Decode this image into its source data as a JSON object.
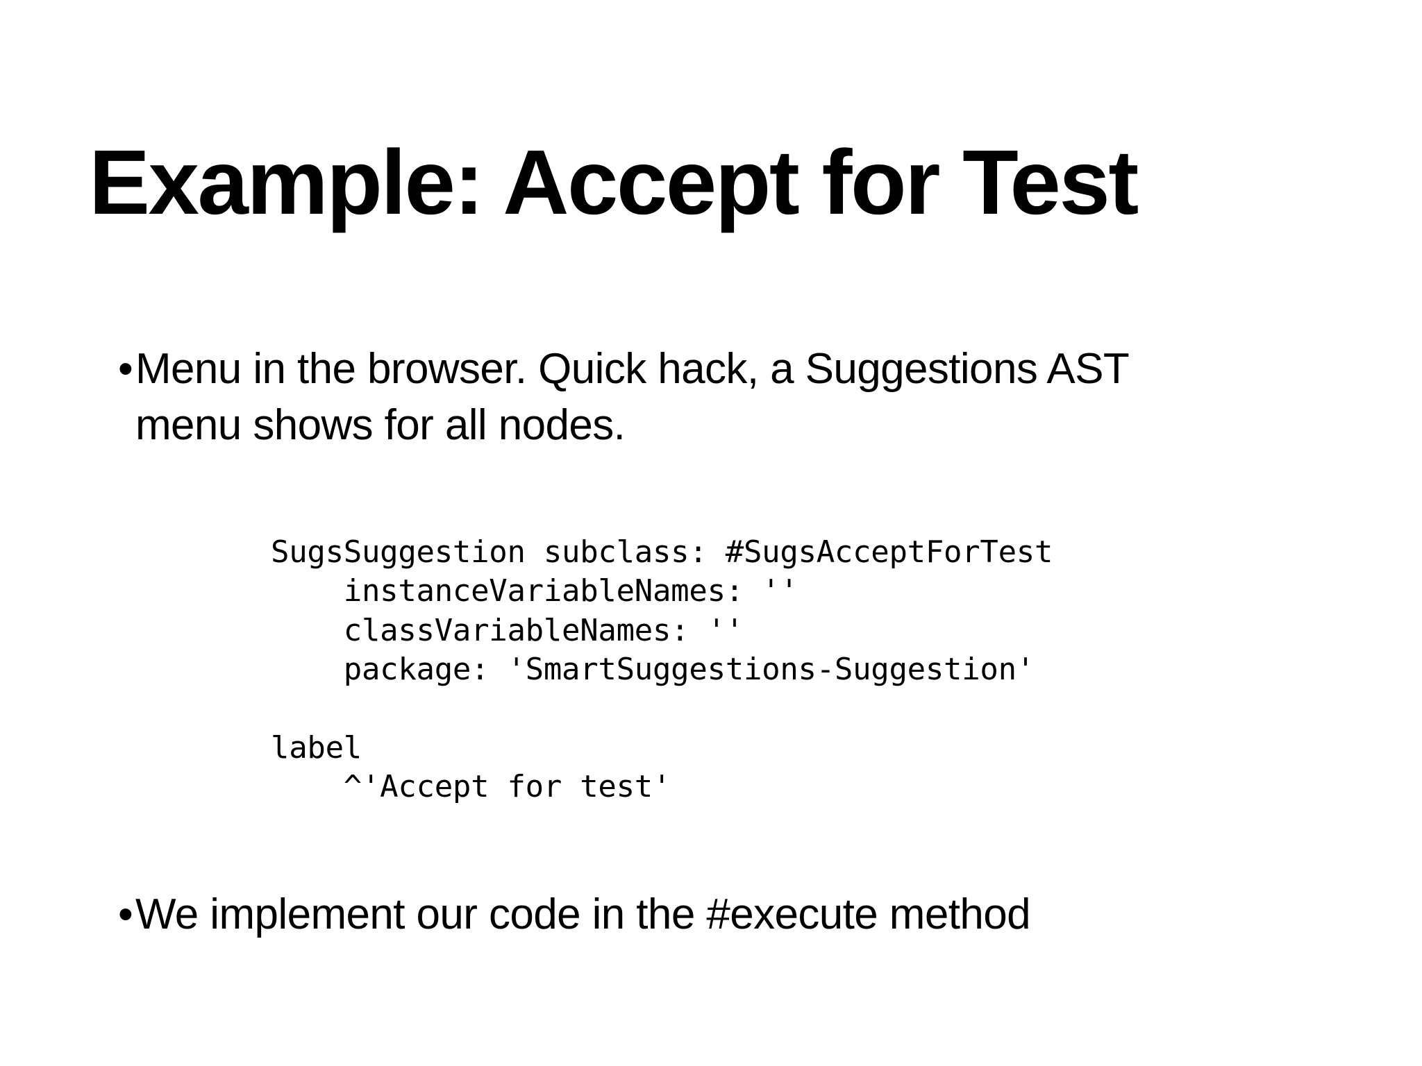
{
  "slide": {
    "background_color": "#ffffff",
    "text_color": "#000000",
    "title": "Example: Accept for Test",
    "bullets": [
      {
        "marker": "•",
        "text": "Menu in the browser. Quick hack, a Suggestions AST\nmenu shows for all nodes."
      },
      {
        "marker": "•",
        "text": "We implement our code in the #execute method"
      }
    ],
    "code": {
      "language": "smalltalk",
      "lines": [
        "SugsSuggestion subclass: #SugsAcceptForTest",
        "    instanceVariableNames: ''",
        "    classVariableNames: ''",
        "    package: 'SmartSuggestions-Suggestion'",
        "",
        "label",
        "    ^'Accept for test'"
      ],
      "text": "SugsSuggestion subclass: #SugsAcceptForTest\n    instanceVariableNames: ''\n    classVariableNames: ''\n    package: 'SmartSuggestions-Suggestion'\n\nlabel\n    ^'Accept for test'"
    }
  }
}
